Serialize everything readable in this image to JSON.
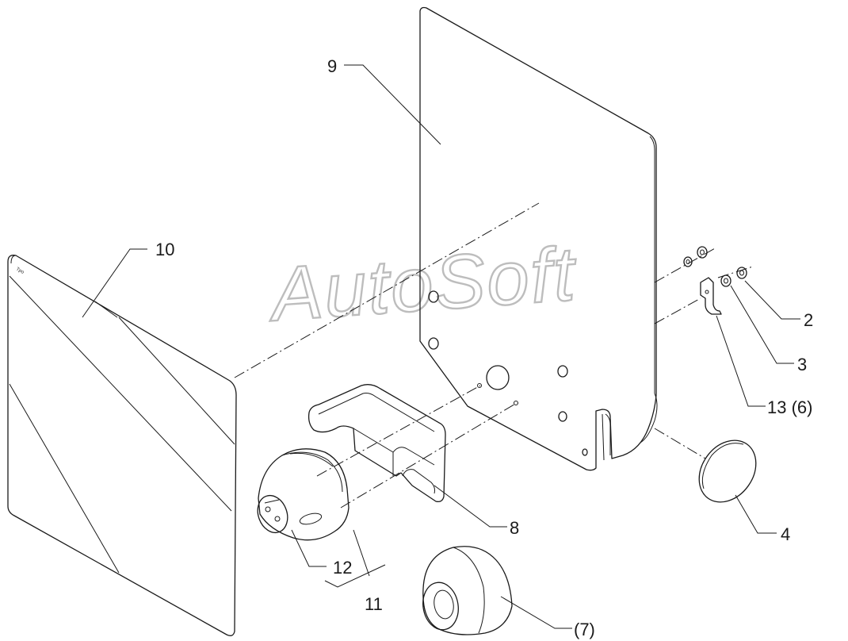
{
  "watermark": "AutoSoft",
  "plate_marking": "Tpo",
  "callouts": {
    "c2": "2",
    "c3": "3",
    "c4": "4",
    "c7": "(7)",
    "c8": "8",
    "c9": "9",
    "c10": "10",
    "c11": "11",
    "c12": "12",
    "c13": "13 (6)"
  }
}
